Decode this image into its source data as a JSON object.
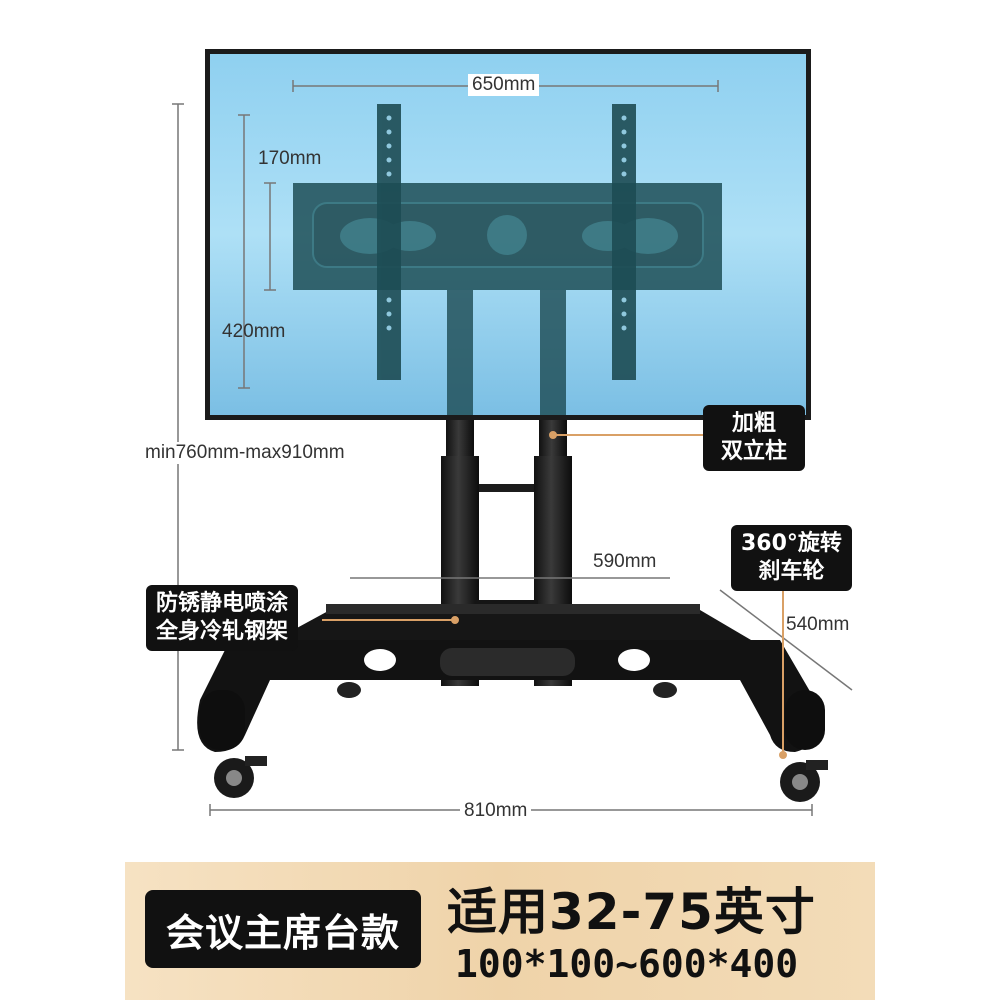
{
  "dimensions": {
    "mount_width": "650mm",
    "mount_height_min": "170mm",
    "mount_height_max": "420mm",
    "overall_height": "min760mm-max910mm",
    "shelf_width": "590mm",
    "base_depth": "540mm",
    "base_width": "810mm"
  },
  "callouts": {
    "columns": [
      "加粗",
      "双立柱"
    ],
    "casters": [
      "360°旋转",
      "刹车轮"
    ],
    "frame": [
      "防锈静电喷涂",
      "全身冷轧钢架"
    ]
  },
  "banner": {
    "tag": "会议主席台款",
    "title": "适用32-75英寸",
    "vesa": "100*100~600*400"
  },
  "colors": {
    "screen_top": "#a8dcf3",
    "screen_bottom": "#7cc0e6",
    "accent_line": "#d9a066",
    "banner": "#f2dbb6"
  }
}
